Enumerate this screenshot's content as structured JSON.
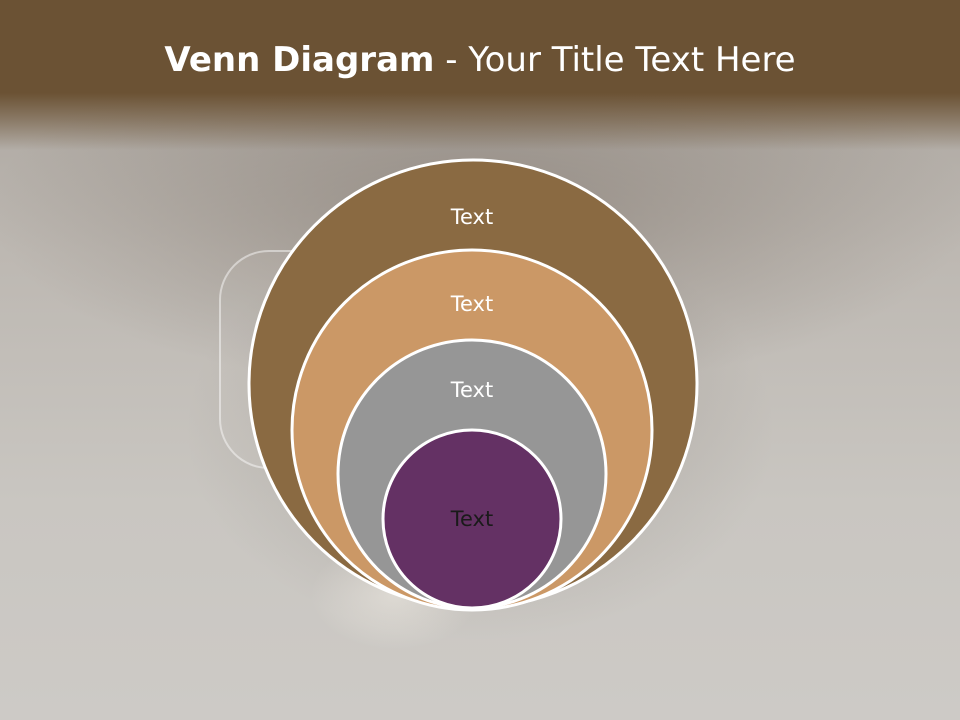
{
  "slide": {
    "title_bold": "Venn Diagram",
    "title_rest": " - Your Title Text Here",
    "colors": {
      "header": "#6b5234",
      "title_text": "#ffffff"
    }
  },
  "diagram": {
    "type": "nested-circles",
    "circles": [
      {
        "label": "Text",
        "fill": "#8a6a42",
        "text_color": "#ffffff"
      },
      {
        "label": "Text",
        "fill": "#cb9866",
        "text_color": "#ffffff"
      },
      {
        "label": "Text",
        "fill": "#969696",
        "text_color": "#ffffff"
      },
      {
        "label": "Text",
        "fill": "#643164",
        "text_color": "#1a1a1a"
      }
    ]
  }
}
